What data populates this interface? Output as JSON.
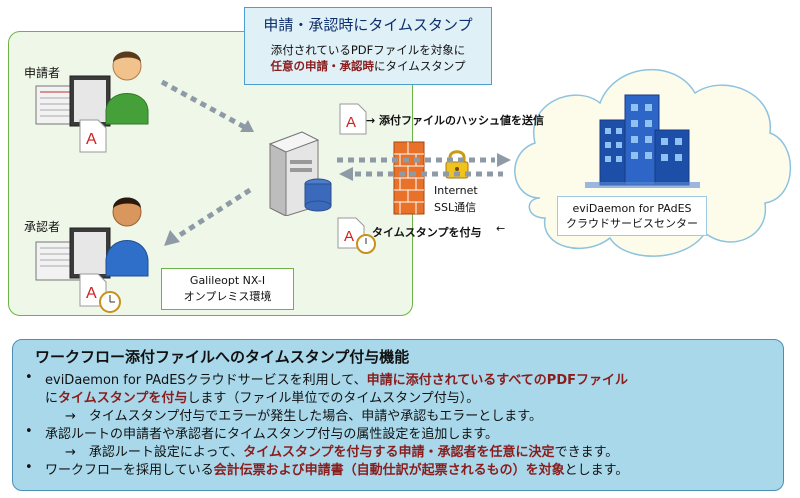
{
  "title_box": {
    "title": "申請・承認時にタイムスタンプ",
    "line1": "添付されているPDFファイルを対象に",
    "line2_bold": "任意の申請・承認時",
    "line2_rest": "にタイムスタンプ"
  },
  "roles": {
    "applicant": "申請者",
    "approver": "承認者"
  },
  "flow": {
    "send_hash": "→ 添付ファイルのハッシュ値を送信",
    "grant_timestamp": "タイムスタンプを付与",
    "arrow_left": "←",
    "internet": "Internet",
    "ssl": "SSL通信"
  },
  "galileo": {
    "name": "Galileopt NX-I",
    "type": "オンプレミス環境"
  },
  "cloud": {
    "name": "eviDaemon for PAdES",
    "sub": "クラウドサービスセンター"
  },
  "features": {
    "heading": "ワークフロー添付ファイルへのタイムスタンプ付与機能",
    "bullet": "•",
    "b1_a": "eviDaemon for PAdESクラウドサービスを利用して、",
    "b1_b": "申請に添付されているすべてのPDFファイル",
    "b1_c": "に",
    "b1_d": "タイムスタンプを付与",
    "b1_e": "します（ファイル単位でのタイムスタンプ付与）。",
    "b1_sub": "→　タイムスタンプ付与でエラーが発生した場合、申請や承認もエラーとします。",
    "b2": "承認ルートの申請者や承認者にタイムスタンプ付与の属性設定を追加します。",
    "b2_sub_a": "→　承認ルート設定によって、",
    "b2_sub_b": "タイムスタンプを付与する申請・承認者を任意に決定",
    "b2_sub_c": "できます。",
    "b3_a": "ワークフローを採用している",
    "b3_b": "会計伝票および申請書（自動仕訳が起票されるもの）を対象",
    "b3_c": "とします。"
  },
  "colors": {
    "panel_green": "#eef7e8",
    "accent_blue": "#4c9ecf",
    "emphasis": "#8b1c1c",
    "bottom_bg": "#a9d8ea"
  }
}
